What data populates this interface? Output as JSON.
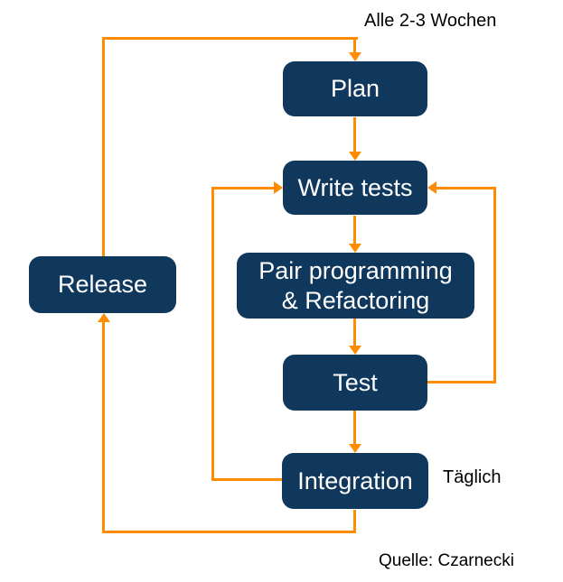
{
  "diagram": {
    "nodes": {
      "plan": {
        "label": "Plan"
      },
      "write_tests": {
        "label": "Write tests"
      },
      "pair": {
        "label_line1": "Pair programming",
        "label_line2": "& Refactoring"
      },
      "test": {
        "label": "Test"
      },
      "integration": {
        "label": "Integration"
      },
      "release": {
        "label": "Release"
      }
    },
    "annotations": {
      "iteration": "Alle 2-3 Wochen",
      "daily": "Täglich",
      "source": "Quelle: Czarnecki"
    },
    "edges": [
      {
        "from": "Release",
        "to": "Plan"
      },
      {
        "from": "Plan",
        "to": "Write tests"
      },
      {
        "from": "Write tests",
        "to": "Pair programming & Refactoring"
      },
      {
        "from": "Pair programming & Refactoring",
        "to": "Test"
      },
      {
        "from": "Test",
        "to": "Integration"
      },
      {
        "from": "Test",
        "to": "Write tests"
      },
      {
        "from": "Integration",
        "to": "Write tests"
      },
      {
        "from": "Integration",
        "to": "Release"
      }
    ],
    "colors": {
      "node_fill": "#10375C",
      "node_text": "#FFFFFF",
      "arrow": "#FF8C00",
      "label_text": "#000000",
      "background": "#FFFFFF"
    }
  }
}
